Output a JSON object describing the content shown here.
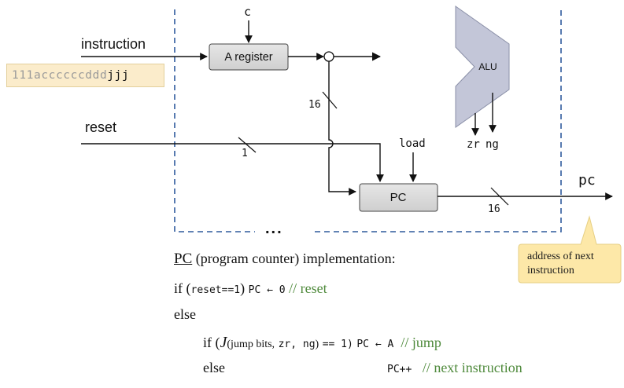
{
  "diagram": {
    "input_instruction": "instruction",
    "instruction_bits_prefix": "111accccccddd",
    "instruction_bits_suffix": "jjj",
    "input_c": "c",
    "a_register_label": "A register",
    "bus_width_a": "16",
    "input_reset": "reset",
    "reset_width": "1",
    "input_load": "load",
    "pc_box_label": "PC",
    "pc_output_width": "16",
    "pc_output_label": "pc",
    "alu_label": "ALU",
    "alu_out_zr": "zr",
    "alu_out_ng": "ng",
    "ellipsis": "...",
    "callout_text": "address of next instruction"
  },
  "code": {
    "heading_pc": "PC",
    "heading_rest": "(program counter) implementation:",
    "line1_if": "if",
    "line1_open": "(",
    "line1_cond": "reset==1",
    "line1_close": ")",
    "line1_action": "PC ← 0",
    "line1_comment": "// reset",
    "line2_else": "else",
    "line3_if": "if",
    "line3_open": "(",
    "line3_J": "J",
    "line3_args_open": "(jump bits,",
    "line3_args_vars": "zr, ng",
    "line3_args_close": ")",
    "line3_eq": "== 1)",
    "line3_action": "PC ← A",
    "line3_comment": "// jump",
    "line4_else": "else",
    "line4_action": "PC++",
    "line4_comment": "// next instruction"
  },
  "colors": {
    "dashed_border": "#2e5a9c",
    "box_fill": "#d9d9d9",
    "alu_fill": "#c3c6d8",
    "callout_fill": "#fde8a8",
    "instruction_bg": "#fbeccb",
    "comment_green": "#4f8a3c"
  }
}
